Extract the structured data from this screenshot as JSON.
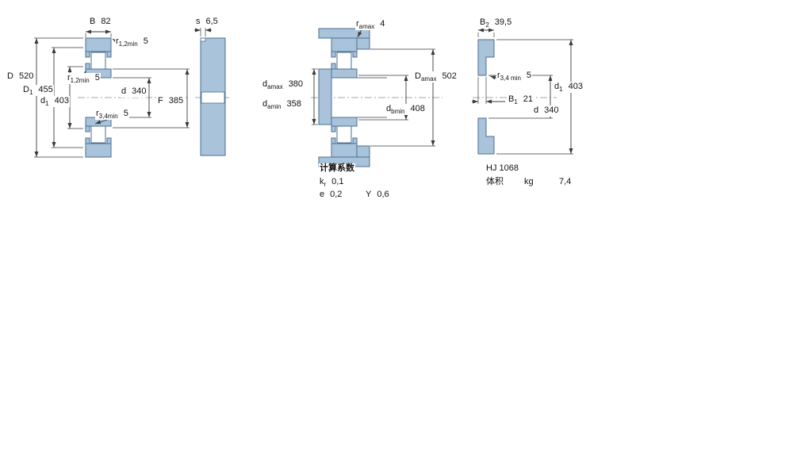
{
  "colors": {
    "section_fill": "#a9c3da",
    "section_stroke": "#4a6f94",
    "dimension_line": "#3a3a3a",
    "background": "#ffffff"
  },
  "fig_bearing": {
    "labels": {
      "B": {
        "name": "B",
        "sub": "",
        "value": "82"
      },
      "r12_top": {
        "name": "r",
        "sub": "1,2min",
        "value": "5"
      },
      "r12_mid": {
        "name": "r",
        "sub": "1,2min",
        "value": "5"
      },
      "D": {
        "name": "D",
        "sub": "",
        "value": "520"
      },
      "D1": {
        "name": "D",
        "sub": "1",
        "value": "455"
      },
      "d1": {
        "name": "d",
        "sub": "1",
        "value": "403"
      },
      "d": {
        "name": "d",
        "sub": "",
        "value": "340"
      },
      "F": {
        "name": "F",
        "sub": "",
        "value": "385"
      },
      "r34": {
        "name": "r",
        "sub": "3,4min",
        "value": "5"
      }
    }
  },
  "fig_side": {
    "labels": {
      "s": {
        "name": "s",
        "sub": "",
        "value": "6,5"
      }
    }
  },
  "fig_mounting": {
    "labels": {
      "ra": {
        "name": "r",
        "sub": "amax",
        "value": "4"
      },
      "damax": {
        "name": "d",
        "sub": "amax",
        "value": "380"
      },
      "damin": {
        "name": "d",
        "sub": "amin",
        "value": "358"
      },
      "Damax": {
        "name": "D",
        "sub": "amax",
        "value": "502"
      },
      "dbmin": {
        "name": "d",
        "sub": "bmin",
        "value": "408"
      }
    },
    "calc": {
      "title": "计算系数",
      "kr": {
        "name": "k",
        "sub": "r",
        "value": "0,1"
      },
      "e": {
        "name": "e",
        "sub": "",
        "value": "0,2"
      },
      "Y": {
        "name": "Y",
        "sub": "",
        "value": "0,6"
      }
    }
  },
  "fig_ring": {
    "labels": {
      "B2": {
        "name": "B",
        "sub": "2",
        "value": "39,5"
      },
      "r34": {
        "name": "r",
        "sub": "3,4 min",
        "value": "5"
      },
      "B1": {
        "name": "B",
        "sub": "1",
        "value": "21"
      },
      "d1": {
        "name": "d",
        "sub": "1",
        "value": "403"
      },
      "d": {
        "name": "d",
        "sub": "",
        "value": "340"
      }
    },
    "info": {
      "designation": "HJ 1068",
      "weight_label": "体积",
      "weight_unit": "kg",
      "weight_value": "7,4"
    }
  }
}
